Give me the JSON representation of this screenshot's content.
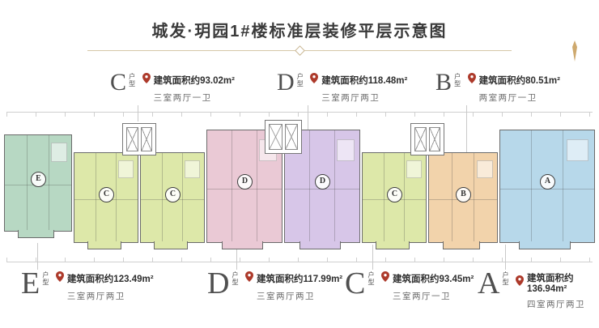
{
  "title": "城发·玥园1#楼标准层装修平层示意图",
  "labels_top": [
    {
      "letter": "C",
      "suffix": "户型",
      "area": "建筑面积约93.02m²",
      "rooms": "三室两厅一卫"
    },
    {
      "letter": "D",
      "suffix": "户型",
      "area": "建筑面积约118.48m²",
      "rooms": "三室两厅两卫"
    },
    {
      "letter": "B",
      "suffix": "户型",
      "area": "建筑面积约80.51m²",
      "rooms": "两室两厅一卫"
    }
  ],
  "labels_bottom": [
    {
      "letter": "E",
      "suffix": "户型",
      "area": "建筑面积约123.49m²",
      "rooms": "三室两厅两卫"
    },
    {
      "letter": "D",
      "suffix": "户型",
      "area": "建筑面积约117.99m²",
      "rooms": "三室两厅两卫"
    },
    {
      "letter": "C",
      "suffix": "户型",
      "area": "建筑面积约93.45m²",
      "rooms": "三室两厅一卫"
    },
    {
      "letter": "A",
      "suffix": "户型",
      "area": "建筑面积约136.94m²",
      "rooms": "四室两厅两卫"
    }
  ],
  "plan": {
    "units": [
      {
        "marker": "E",
        "color": "#b7d8c3"
      },
      {
        "marker": "C",
        "color": "#dde8a9"
      },
      {
        "marker": "C",
        "color": "#dde8a9"
      },
      {
        "marker": "D",
        "color": "#eac9d5"
      },
      {
        "marker": "D",
        "color": "#d7c6e8"
      },
      {
        "marker": "C",
        "color": "#dde8a9"
      },
      {
        "marker": "B",
        "color": "#f2d3ab"
      },
      {
        "marker": "A",
        "color": "#b7d8ea"
      }
    ]
  },
  "colors": {
    "pin_red": "#ad3a2b",
    "divider_gold": "#cdbb97",
    "title_text": "#3a3a3a"
  }
}
